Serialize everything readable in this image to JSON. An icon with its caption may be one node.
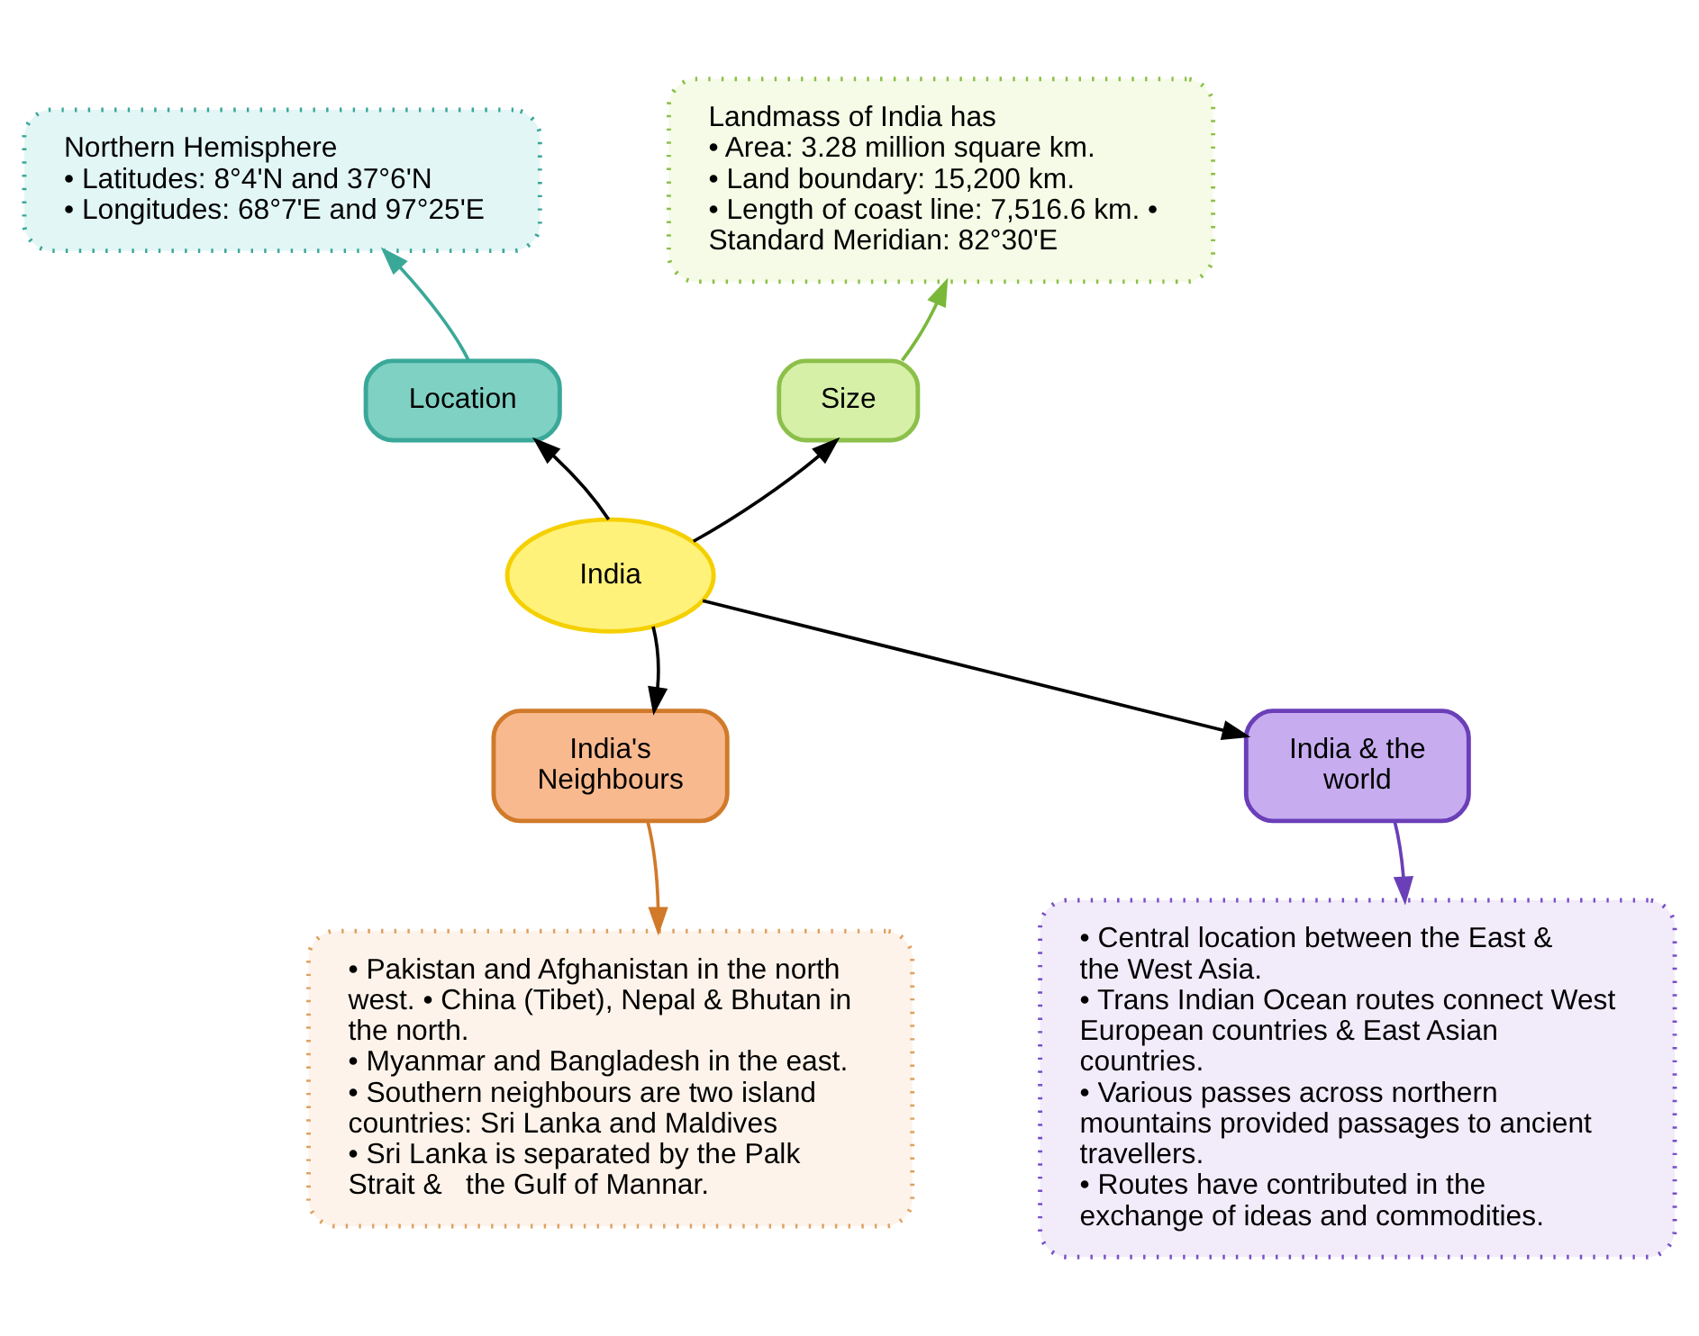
{
  "diagram": {
    "nodes": [
      {
        "text": [
          "India"
        ]
      },
      {
        "text": [
          "Location"
        ]
      },
      {
        "text": [
          "Size"
        ]
      },
      {
        "text": [
          "India's Neighbours"
        ]
      },
      {
        "text": [
          "India & the world"
        ]
      },
      {
        "text": [
          "Northern Hemisphere",
          "• Latitudes: 8°4'N and 37°6'N",
          "• Longitudes: 68°7'E and 97°25'E"
        ]
      },
      {
        "text": [
          "Landmass of India has",
          "• Area: 3.28 million square km.",
          "• Land boundary: 15,200 km.",
          "• Length of coast line: 7,516.6 km. • Standard Meridian: 82°30'E"
        ]
      },
      {
        "text": [
          "• Pakistan and Afghanistan in the north west. • China (Tibet), Nepal & Bhutan in the north.",
          "• Myanmar and Bangladesh in the east.",
          "• Southern neighbours are two island countries: Sri Lanka and Maldives",
          "• Sri Lanka is separated by the Palk Strait &   the Gulf of Mannar."
        ]
      },
      {
        "text": [
          "• Central location between the East & the West Asia.",
          "• Trans Indian Ocean routes connect West European countries & East Asian countries.",
          "• Various passes across northern mountains provided passages to ancient travellers.",
          "• Routes have contributed in the exchange of ideas and commodities."
        ]
      }
    ],
    "edges": [
      {
        "from": 0,
        "to": 1,
        "arrow": "to"
      },
      {
        "from": 0,
        "to": 2,
        "arrow": "to"
      },
      {
        "from": 0,
        "to": 3,
        "arrow": "to"
      },
      {
        "from": 0,
        "to": 4,
        "arrow": "to"
      },
      {
        "from": 1,
        "to": 5,
        "arrow": "to",
        "color": "#3aa898"
      },
      {
        "from": 2,
        "to": 6,
        "arrow": "to",
        "color": "#7ab83a"
      },
      {
        "from": 3,
        "to": 7,
        "arrow": "to",
        "color": "#d07a2a"
      },
      {
        "from": 4,
        "to": 8,
        "arrow": "to",
        "color": "#6a3fb8"
      }
    ]
  }
}
